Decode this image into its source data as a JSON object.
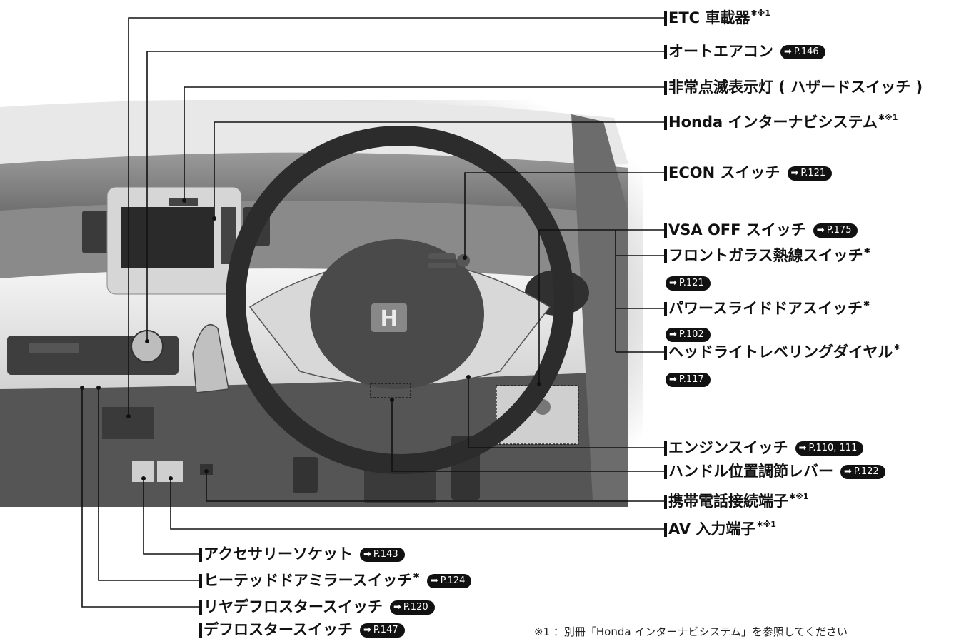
{
  "labels": {
    "etc": {
      "text": "ETC 車載器",
      "mark": "✱※1"
    },
    "aircon": {
      "text": "オートエアコン",
      "ref": "P.146"
    },
    "hazard": {
      "text": "非常点滅表示灯 ( ハザードスイッチ )"
    },
    "navi": {
      "text": "Honda インターナビシステム",
      "mark": "✱※1"
    },
    "econ": {
      "text": "ECON スイッチ",
      "ref": "P.121"
    },
    "vsa": {
      "text": "VSA OFF スイッチ",
      "ref": "P.175"
    },
    "defog": {
      "text": "フロントガラス熱線スイッチ",
      "mark": "✱",
      "ref": "P.121"
    },
    "slide": {
      "text": "パワースライドドアスイッチ",
      "mark": "✱",
      "ref": "P.102"
    },
    "leveling": {
      "text": "ヘッドライトレベリングダイヤル",
      "mark": "✱",
      "ref": "P.117"
    },
    "engine": {
      "text": "エンジンスイッチ",
      "ref": "P.110, 111"
    },
    "handle": {
      "text": "ハンドル位置調節レバー",
      "ref": "P.122"
    },
    "phone": {
      "text": "携帯電話接続端子",
      "mark": "✱※1"
    },
    "av": {
      "text": "AV 入力端子",
      "mark": "✱※1"
    },
    "socket": {
      "text": "アクセサリーソケット",
      "ref": "P.143"
    },
    "mirror": {
      "text": "ヒーテッドドアミラースイッチ",
      "mark": "✱",
      "ref": "P.124"
    },
    "rear": {
      "text": "リヤデフロスタースイッチ",
      "ref": "P.120"
    },
    "front": {
      "text": "デフロスタースイッチ",
      "ref": "P.147"
    }
  },
  "footnote": "※1 ：別冊「Honda インターナビシステム」を参照してください",
  "emblem": "H",
  "colors": {
    "text": "#111111",
    "ref_badge": "#111111",
    "dash": "#bfbfbf"
  }
}
